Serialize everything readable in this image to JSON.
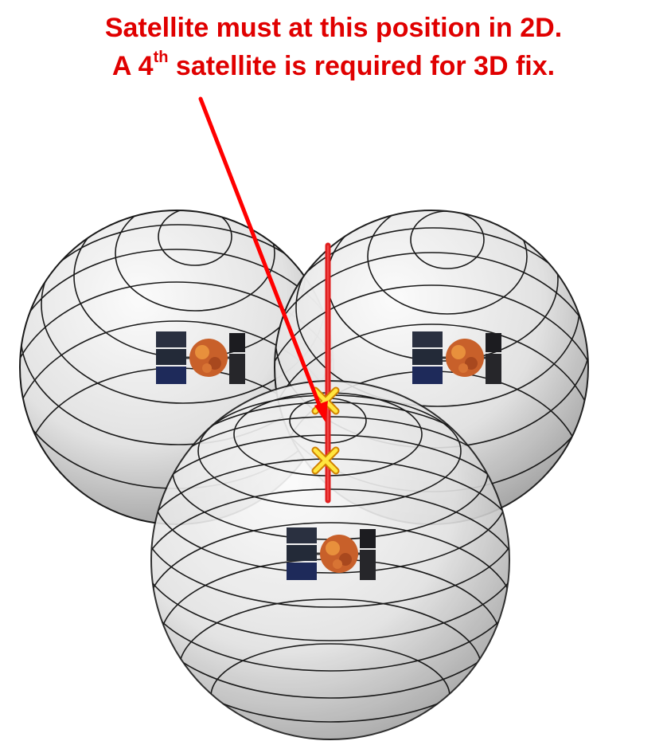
{
  "annotation": {
    "line1": "Satellite must at this position in 2D.",
    "line2_prefix": "A 4",
    "line2_superscript": "th",
    "line2_suffix": " satellite is required for 3D fix.",
    "text_color": "#e00000"
  },
  "colors": {
    "arrow": "#ff0000",
    "intersection_line": "#e02020",
    "sphere_fill_light": "#fafafa",
    "sphere_fill_dark": "#8f8f8f",
    "sphere_stroke": "#1a1a1a",
    "marker_fill": "#ffe640",
    "marker_stroke": "#d08000"
  },
  "elements": {
    "spheres": [
      "sphere-top-left",
      "sphere-top-right",
      "sphere-bottom"
    ],
    "satellites": [
      "satellite-icon",
      "satellite-icon",
      "satellite-icon"
    ],
    "markers": [
      "x-marker",
      "x-marker"
    ]
  }
}
